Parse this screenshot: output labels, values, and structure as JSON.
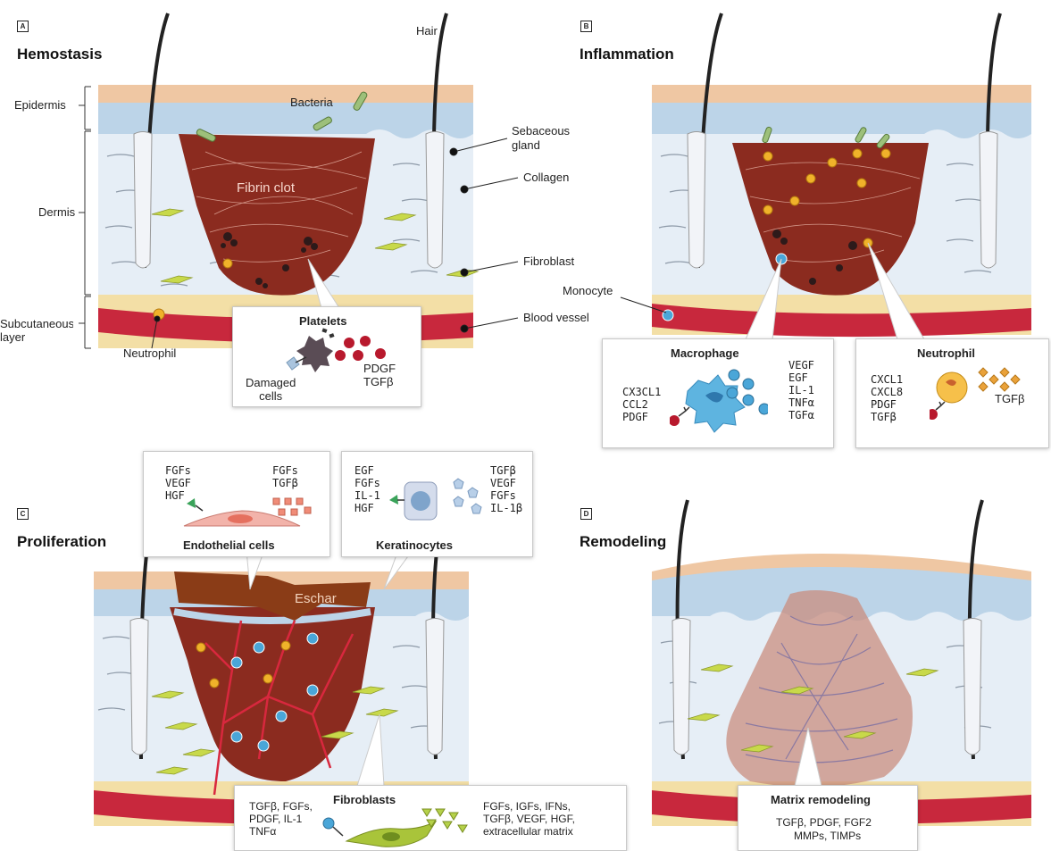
{
  "panels": {
    "a": {
      "tag": "A",
      "title": "Hemostasis"
    },
    "b": {
      "tag": "B",
      "title": "Inflammation"
    },
    "c": {
      "tag": "C",
      "title": "Proliferation"
    },
    "d": {
      "tag": "D",
      "title": "Remodeling"
    }
  },
  "labels_a": {
    "hair": "Hair",
    "epidermis": "Epidermis",
    "dermis": "Dermis",
    "subcutaneous": "Subcutaneous\nlayer",
    "bacteria": "Bacteria",
    "sebaceous": "Sebaceous\ngland",
    "collagen": "Collagen",
    "fibroblast": "Fibroblast",
    "blood_vessel": "Blood vessel",
    "neutrophil": "Neutrophil",
    "fibrin_clot": "Fibrin clot"
  },
  "platelets_box": {
    "title": "Platelets",
    "damaged": "Damaged\ncells",
    "factors": "PDGF\nTGFβ"
  },
  "labels_b": {
    "monocyte": "Monocyte"
  },
  "macrophage_box": {
    "title": "Macrophage",
    "left": "CX3CL1\nCCL2\nPDGF",
    "right": "VEGF\nEGF\nIL-1\nTNFα\nTGFα"
  },
  "neutrophil_box": {
    "title": "Neutrophil",
    "left": "CXCL1\nCXCL8\nPDGF\nTGFβ",
    "right": "TGFβ"
  },
  "endothelial_box": {
    "title": "Endothelial cells",
    "left": "FGFs\nVEGF\nHGF",
    "right": "FGFs\nTGFβ"
  },
  "keratinocyte_box": {
    "title": "Keratinocytes",
    "left": "EGF\nFGFs\nIL-1\nHGF",
    "right": "TGFβ\nVEGF\nFGFs\nIL-1β"
  },
  "labels_c": {
    "eschar": "Eschar"
  },
  "fibroblast_box": {
    "title": "Fibroblasts",
    "left": "TGFβ, FGFs,\nPDGF, IL-1\nTNFα",
    "right": "FGFs, IGFs, IFNs,\nTGFβ, VEGF, HGF,\nextracellular matrix"
  },
  "matrix_box": {
    "title": "Matrix remodeling",
    "line1": "TGFβ, PDGF, FGF2",
    "line2": "MMPs, TIMPs"
  },
  "colors": {
    "epidermis_top": "#efc7a3",
    "skin_blue": "#dfe9f3",
    "clot": "#8b2b1f",
    "vessel": "#c8283d",
    "fat": "#f3dfa6",
    "fibroblast": "#c8d94a",
    "eschar": "#8a3c17",
    "macrophage": "#4aa6d8"
  }
}
